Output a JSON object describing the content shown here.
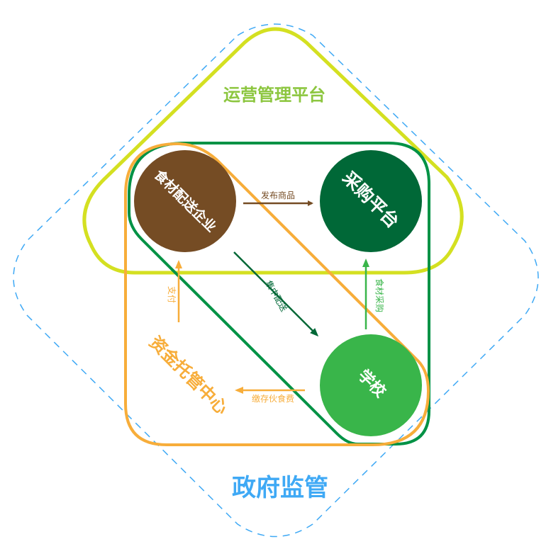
{
  "regions": {
    "supervision": {
      "label": "政府监管",
      "color": "#3fa9f5"
    },
    "operations": {
      "label": "运营管理平台",
      "color": "#8cc63f",
      "outline": "#d4e021"
    },
    "fund_custody": {
      "label": "资金托管中心",
      "color": "#f7ad3a"
    },
    "purchase_loop": {
      "outline": "#009245"
    }
  },
  "nodes": {
    "supplier": {
      "label": "食材配送企业",
      "color": "#754c24"
    },
    "platform": {
      "label": "采购平台",
      "color": "#006837"
    },
    "school": {
      "label": "学校",
      "color": "#39b54a"
    }
  },
  "flows": {
    "publish": {
      "label": "发布商品",
      "color": "#754c24"
    },
    "delivery": {
      "label": "集中配送",
      "color": "#006837"
    },
    "procure": {
      "label": "食材采购",
      "color": "#39b54a"
    },
    "pay": {
      "label": "支付",
      "color": "#f7ad3a"
    },
    "deposit": {
      "label": "缴存伙食费",
      "color": "#f7ad3a"
    }
  }
}
